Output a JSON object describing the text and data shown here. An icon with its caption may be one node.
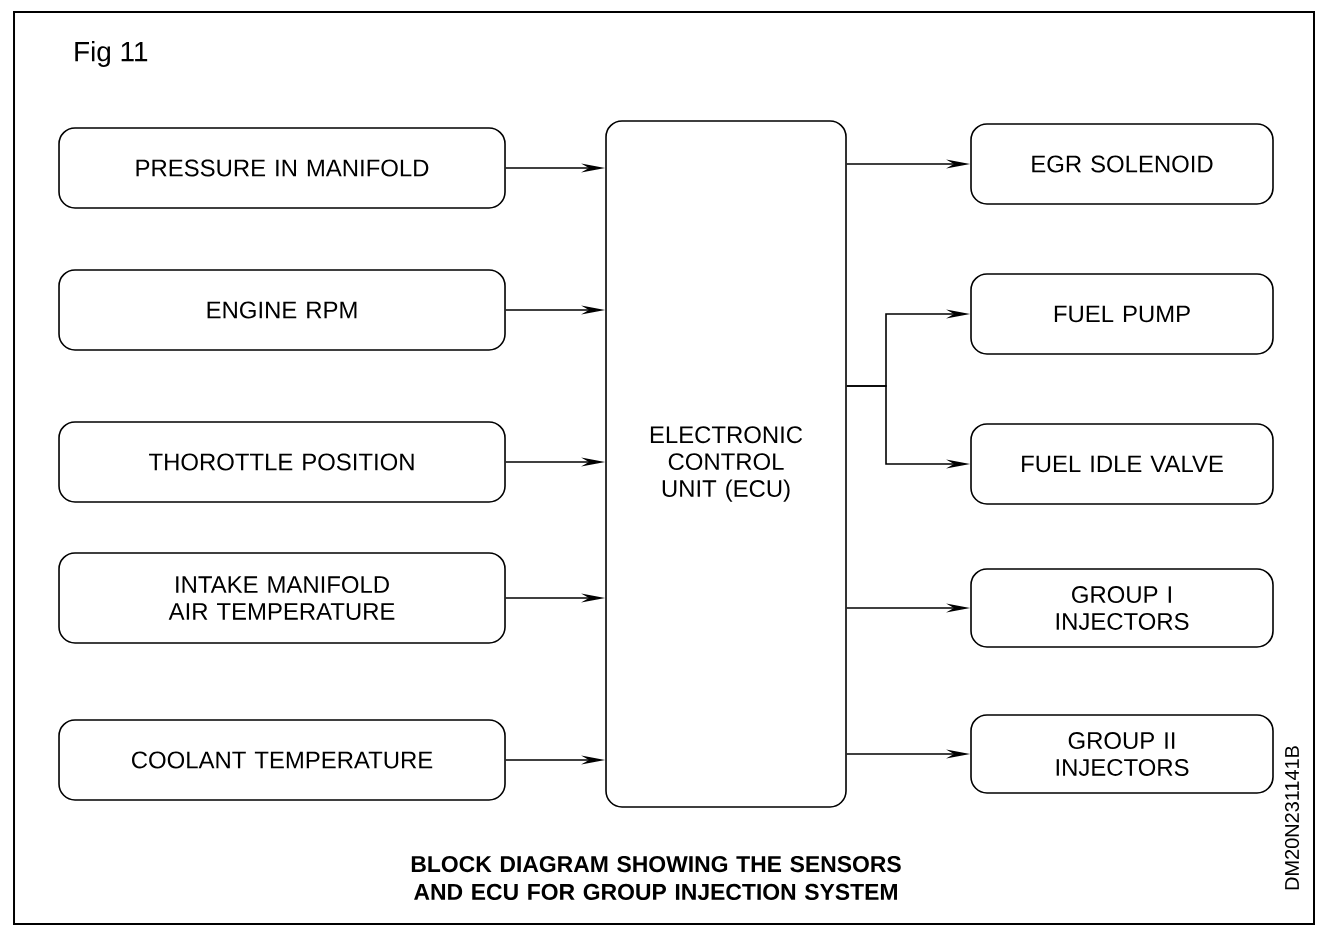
{
  "diagram": {
    "title": "Fig 11",
    "caption": "BLOCK DIAGRAM SHOWING THE SENSORS AND ECU FOR GROUP INJECTION SYSTEM",
    "nodes": [
      {
        "text": [
          "PRESSURE IN MANIFOLD"
        ]
      },
      {
        "text": [
          "ENGINE RPM"
        ]
      },
      {
        "text": [
          "THOROTTLE POSITION"
        ]
      },
      {
        "text": [
          "INTAKE MANIFOLD AIR TEMPERATURE"
        ]
      },
      {
        "text": [
          "COOLANT TEMPERATURE"
        ]
      },
      {
        "text": [
          "ELECTRONIC CONTROL UNIT (ECU)"
        ]
      },
      {
        "text": [
          "EGR SOLENOID"
        ]
      },
      {
        "text": [
          "FUEL PUMP"
        ]
      },
      {
        "text": [
          "FUEL IDLE VALVE"
        ]
      },
      {
        "text": [
          "GROUP I INJECTORS"
        ]
      },
      {
        "text": [
          "GROUP II INJECTORS"
        ]
      }
    ],
    "edges": [
      {
        "from": 0,
        "to": 5,
        "arrow": "to"
      },
      {
        "from": 1,
        "to": 5,
        "arrow": "to"
      },
      {
        "from": 2,
        "to": 5,
        "arrow": "to"
      },
      {
        "from": 3,
        "to": 5,
        "arrow": "to"
      },
      {
        "from": 4,
        "to": 5,
        "arrow": "to"
      },
      {
        "from": 5,
        "to": 6,
        "arrow": "to"
      },
      {
        "from": 5,
        "to": 7,
        "arrow": "to"
      },
      {
        "from": 5,
        "to": 8,
        "arrow": "to"
      },
      {
        "from": 5,
        "to": 9,
        "arrow": "to"
      },
      {
        "from": 5,
        "to": 10,
        "arrow": "to"
      }
    ],
    "labels": [
      "DM20N231141B"
    ]
  }
}
